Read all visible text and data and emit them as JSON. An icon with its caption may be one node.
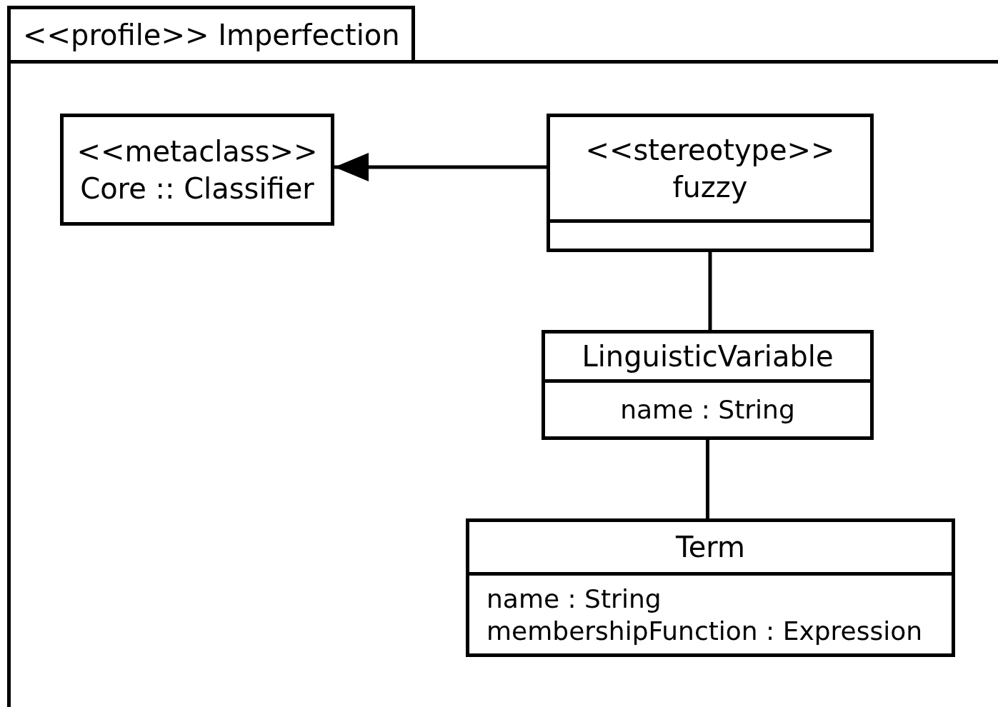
{
  "diagram": {
    "nodes": [
      {
        "text": [
          "<<profile>> Imperfection"
        ]
      },
      {
        "text": [
          "<<metaclass>>",
          "Core :: Classifier"
        ],
        "in": 0
      },
      {
        "text": [
          "<<stereotype>>",
          "fuzzy"
        ],
        "in": 0
      },
      {
        "text": [
          "LinguisticVariable",
          "name : String"
        ],
        "in": 0
      },
      {
        "text": [
          "Term",
          "name : String",
          "membershipFunction : Expression"
        ],
        "in": 0
      }
    ],
    "edges": [
      {
        "from": 2,
        "to": 1,
        "arrow": "to"
      },
      {
        "from": 2,
        "to": 3,
        "arrow": "none"
      },
      {
        "from": 3,
        "to": 4,
        "arrow": "none"
      }
    ]
  }
}
